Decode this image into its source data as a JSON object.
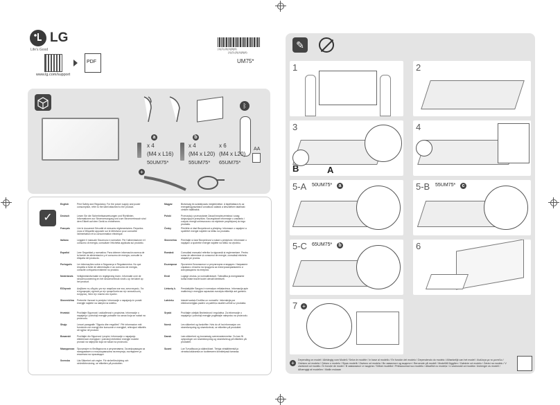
{
  "brand": {
    "logo_text": "LG",
    "tagline": "Life's Good"
  },
  "support": {
    "url": "www.lg.com/support",
    "pdf_label": "PDF"
  },
  "barcode": {
    "number": "(1)(2)-(3)(4)(5)(6)",
    "code_caption": "(1)(2)-(3)(4)(5)(6)"
  },
  "model": "UM75*",
  "parts": {
    "a": {
      "badge": "a",
      "count": "x 4",
      "spec": "(M4 x L16)",
      "model": "50UM75*"
    },
    "b": {
      "badge": "b",
      "count": "x 4",
      "spec": "(M4 x L20)",
      "model": "55UM75*"
    },
    "c": {
      "count": "x 6",
      "spec": "(M4 x L20)",
      "model": "65UM75*"
    },
    "battery": "AA"
  },
  "languages": [
    {
      "lang": "English",
      "text": "Print Safety and Regulatory. For the power supply and power consumption, refer to the label attached to the product."
    },
    {
      "lang": "Deutsch",
      "text": "Lesen Sie die Sicherheitsanweisungen und Richtlinien. Informationen zur Stromversorgung und zum Stromverbrauch sind dem Etikett auf dem Gerät zu entnehmen."
    },
    {
      "lang": "Français",
      "text": "Lire le document Sécurité et mesures réglementaires. Reportez-vous à l'étiquette apposée sur le téléviseur pour connaître l'alimentation et la consommation électrique."
    },
    {
      "lang": "Italiano",
      "text": "Leggere il manuale Sicurezza e normative. Per l'alimentazione e il consumo di energia, consultare l'etichetta applicata sul prodotto."
    },
    {
      "lang": "Español",
      "text": "Leer Seguridad y normativa. Para obtener información acerca de la fuente de alimentación y el consumo de energía, consulte la etiqueta del producto."
    },
    {
      "lang": "Português",
      "text": "Ler informações sobre a Segurança e Regulamentos. No que respeita à fonte de alimentação e ao consumo de energia, consulte a etiqueta existente no produto."
    },
    {
      "lang": "Nederlands",
      "text": "Veiligheidsinformatie en regelgeving lezen. Informatie over de stroomvoorziening en het stroomverbruik vindt u op het label op het product."
    },
    {
      "lang": "Ελληνικά",
      "text": "Διαβάστε τις οδηγίες για την ασφάλεια και τους κανονισμούς. Για πληροφορίες σχετικά με την τροφοδοσία και την κατανάλωση ενέργειας, δείτε την ετικέτα στο προϊόν."
    },
    {
      "lang": "Slovenščina",
      "text": "Preberite Varnost in predpisi. Informacije o napajanju in porabi energije najdete na nalepki na izdelku."
    },
    {
      "lang": "Hrvatski",
      "text": "Pročitajte Sigurnost i usklađenost s propisima. Informacije o napajanju i potrošnji energije potražite na oznaci koja se nalazi na proizvodu."
    },
    {
      "lang": "Shqip",
      "text": "Lexoni paragrafin \"Siguria dhe rregullimi\". Për informacion mbi furnizimin me energji dhe konsumin e energjisë, referojuni etiketës së ngjitur në produkt."
    },
    {
      "lang": "Bosanski",
      "text": "Pročitajte dio Sigurnost i propisi. Informacije o napajanju električnom energijom i potrošnji električne energije možete pronaći na naljepnici koja se nalazi na proizvodu."
    },
    {
      "lang": "Македонски",
      "text": "Прочитајте ги безбедноста и регулативата. За информации за напојувањето и потрошувачката на енергија, погледнете ја етикетата на производот."
    },
    {
      "lang": "Svenska",
      "text": "Läs Säkerhet och regler. För strömförsörjning och strömförbrukning, se etiketten på produkten."
    },
    {
      "lang": "Magyar",
      "text": "Biztonság és szabályozás megtekintése. A tápellátásra és az energiafogyasztásra vonatkozó adatok a készüléken található címkén találhatók."
    },
    {
      "lang": "Polski",
      "text": "Przeczytaj z przeczytanie Zasad bezpieczeństwa i uwag dotyczących przepisów. Szczegółowe informacje o zasilaniu i zużyciu energii umieszczono na etykiecie przyklejonej do tego produktu."
    },
    {
      "lang": "Česky",
      "text": "Přečtěte si část Bezpečnost a předpisy. Informace o napájení a spotřebě energie najdete na štítku na produktu."
    },
    {
      "lang": "Slovenčina",
      "text": "Prečítajte si časť Bezpečnosť a súlad s predpismi. Informácie o napájaní a spotrebe energie nájdete na štítku na výrobku."
    },
    {
      "lang": "Română",
      "text": "Consultați manualul referitor la siguranță și reglementare. Pentru sursa de alimentare și consumul de energie, consultați eticheta ataşată pe produs."
    },
    {
      "lang": "Български",
      "text": "Прочетете Безопасност и регулаторни стандарти. Направете справка с етикета на продукта за електрозахранването и консумацията на енергия."
    },
    {
      "lang": "Eesti",
      "text": "Lugege ohutus- ja normatiivteavet. Toiteallika ja energiatarbe kohta leiate teavet tootel olevalt kleebiselt."
    },
    {
      "lang": "Lietuvių k.",
      "text": "Perskaitykite Saugos ir normatyvo reikalavimus. Informacija apie maitinimą ir energijos sąnaudas nurodyta etiketėje ant gaminio."
    },
    {
      "lang": "Latviešu",
      "text": "Izlasiet sadaļu Drošība un normatīvi. Informācija par elektroenerģijas padevi un patēriņu skatiet uzlīmē uz produkta."
    },
    {
      "lang": "Srpski",
      "text": "Pročitajte odeljak Bezbednost i regulativa. Za informacije o napajanju i potrošnji energije pogledajte nalepnicu na proizvodu."
    },
    {
      "lang": "Norsk",
      "text": "Les sikkerhet og forskrifter. Hvis du vil ha informasjon om strømforsyning og strømforbruk, se etiketten på produktet."
    },
    {
      "lang": "Dansk",
      "text": "Læs sikkerhed og lovmæssig overensstemmelse. Du kan få oplysninger om strømforsyning og strømforbrug på etiketten på produktet."
    },
    {
      "lang": "Suomi",
      "text": "Lue Turvallisuus ja säännökset. Tietoja virtalähteestä ja virrankulutuksesta on tuotteeseen kiinnitetyssä tarrassa."
    }
  ],
  "steps": {
    "s1": "1",
    "s2": "2",
    "s3": "3",
    "s4": "4",
    "s5a": "5-A",
    "s5a_model": "50UM75*",
    "s5a_badge": "a",
    "s5b": "5-B",
    "s5b_model": "55UM75*",
    "s5b_badge": "c",
    "s5c": "5-C",
    "s5c_model": "65UM75*",
    "s5c_badge": "b",
    "s6": "6",
    "s7": "7",
    "label_a": "A",
    "label_b": "B"
  },
  "footer_text": "Depending on model / Abhängig vom Modell / Selon le modèle / In base al modello / En función del modelo / Dependendo do modelo / Afhankelijk van het model / Ανάλογα με το μοντέλο / Odvisno od modela / Ovisno o modelu / Sipas modelit / Zavisno od modela / Во зависност од моделот / Beroende på modell / Modelltől függően / Zależnie od modelu / Závisí na modelu / V závislosti od modelu / În funcție de model / В зависимост от модела / Sõltub mudelist / Priklausomai nuo modelio / Atkarībā no modeļa / U zavisnosti od modela / Avhenger av modell / Afhængigt af modellen / Mallin mukaan",
  "colors": {
    "panel": "#e4e4e4",
    "dark": "#444444",
    "line": "#666666"
  }
}
